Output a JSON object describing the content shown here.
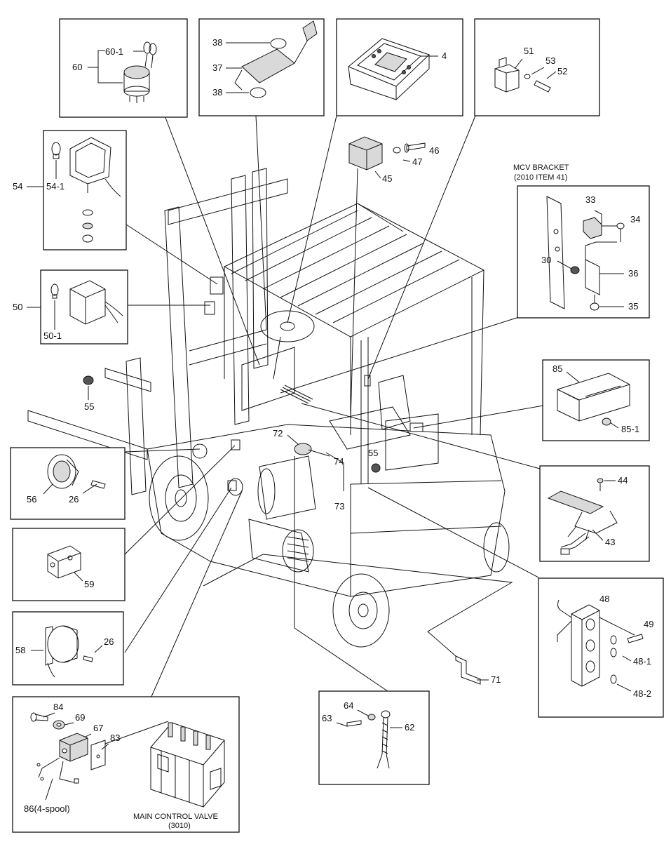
{
  "labels": {
    "l60": "60",
    "l60_1": "60-1",
    "l38a": "38",
    "l37": "37",
    "l38b": "38",
    "l4": "4",
    "l51": "51",
    "l53": "53",
    "l52": "52",
    "l54": "54",
    "l54_1": "54-1",
    "l46": "46",
    "l47": "47",
    "l45": "45",
    "mcv_title": "MCV  BRACKET",
    "mcv_sub": "(2010 ITEM 41)",
    "l33": "33",
    "l34": "34",
    "l30": "30",
    "l36": "36",
    "l35": "35",
    "l50": "50",
    "l50_1": "50-1",
    "l85": "85",
    "l85_1": "85-1",
    "l55a": "55",
    "l55b": "55",
    "l72": "72",
    "l74": "74",
    "l73": "73",
    "l56": "56",
    "l26a": "26",
    "l44": "44",
    "l43": "43",
    "l59": "59",
    "l48": "48",
    "l49": "49",
    "l48_1": "48-1",
    "l48_2": "48-2",
    "l58": "58",
    "l26b": "26",
    "l71": "71",
    "l84": "84",
    "l69": "69",
    "l67": "67",
    "l83": "83",
    "l86": "86(4-spool)",
    "mcv_valve": "MAIN CONTROL VALVE",
    "mcv_valve_code": "(3010)",
    "l64": "64",
    "l63": "63",
    "l62": "62"
  }
}
